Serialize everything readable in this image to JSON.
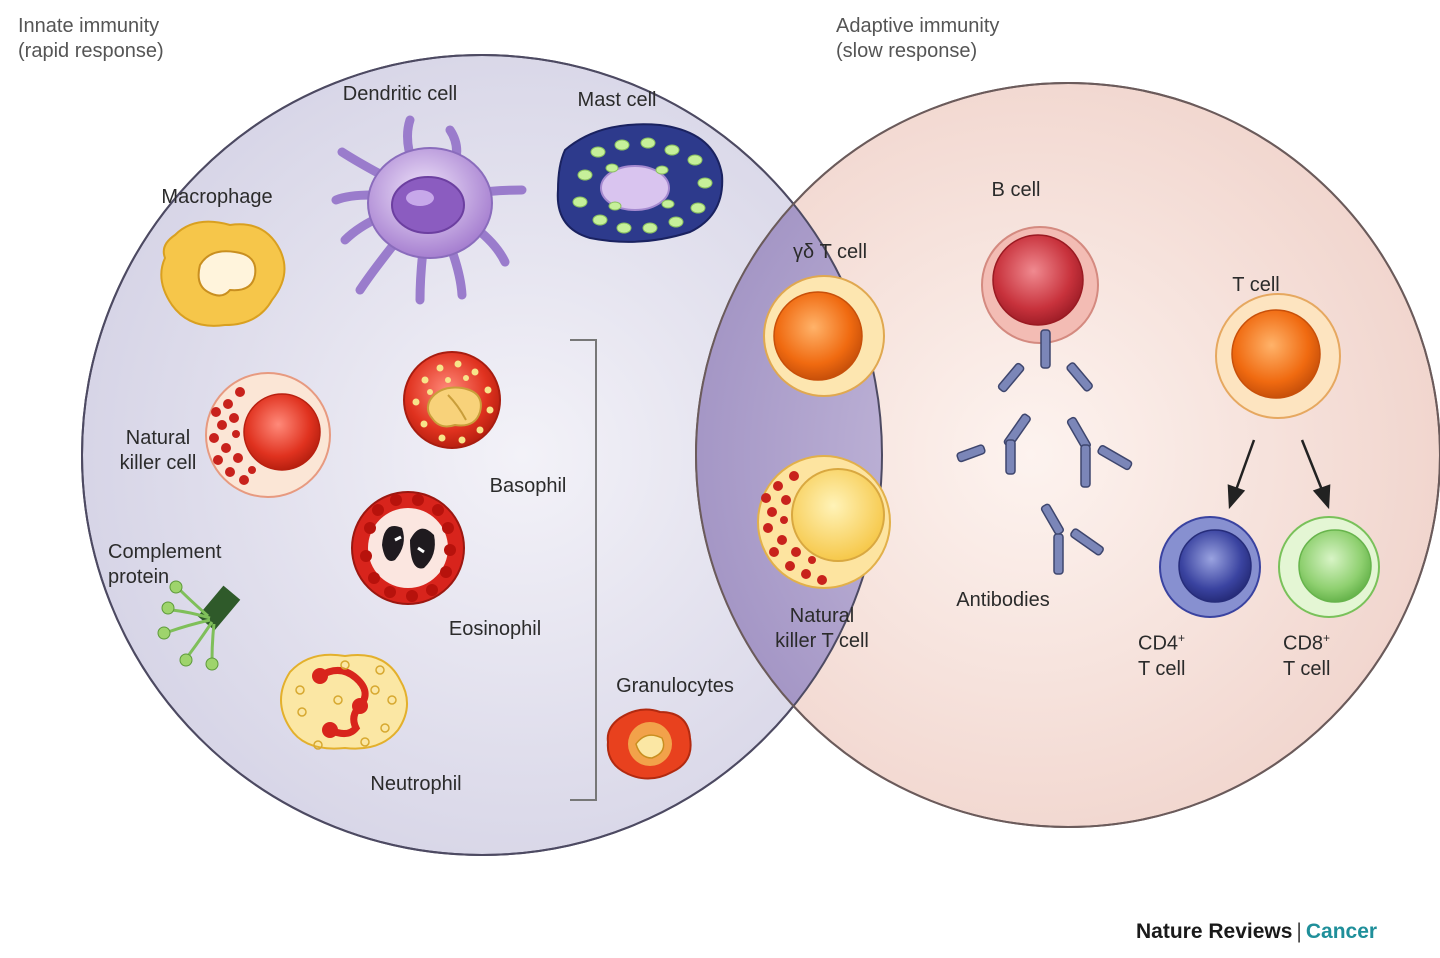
{
  "headings": {
    "innate": [
      "Innate immunity",
      "(rapid response)"
    ],
    "adaptive": [
      "Adaptive immunity",
      "(slow response)"
    ]
  },
  "labels": {
    "dendritic": "Dendritic cell",
    "mast": "Mast cell",
    "macrophage": "Macrophage",
    "nk": [
      "Natural",
      "killer cell"
    ],
    "basophil": "Basophil",
    "eosinophil": "Eosinophil",
    "complement": [
      "Complement",
      "protein"
    ],
    "neutrophil": "Neutrophil",
    "granulocytes": "Granulocytes",
    "gd_t": "γδ T cell",
    "nkt": [
      "Natural",
      "killer T cell"
    ],
    "b_cell": "B cell",
    "antibodies": "Antibodies",
    "t_cell": "T cell",
    "cd4": [
      "CD4",
      "+",
      "T cell"
    ],
    "cd8": [
      "CD8",
      "+",
      "T cell"
    ]
  },
  "credit": {
    "journal": "Nature Reviews",
    "separator": "|",
    "section": "Cancer"
  },
  "colors": {
    "innate_fill": "#dcdbe9",
    "adaptive_fill": "#f6ddd6",
    "overlap_fill": "#a597c4",
    "credit_accent": "#1f8f9a"
  }
}
